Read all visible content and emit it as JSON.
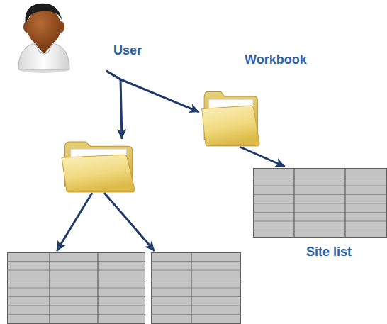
{
  "diagram": {
    "nodes": [
      {
        "text": [
          "User"
        ]
      },
      {
        "text": [
          "Workbook"
        ]
      },
      {
        "text": []
      },
      {
        "text": [
          "Site list"
        ]
      },
      {
        "text": []
      },
      {
        "text": []
      }
    ],
    "edges": [
      {
        "from": 0,
        "to": 2,
        "arrow": "to"
      },
      {
        "from": 0,
        "to": 1,
        "arrow": "to"
      },
      {
        "from": 2,
        "to": 4,
        "arrow": "to"
      },
      {
        "from": 2,
        "to": 5,
        "arrow": "to"
      },
      {
        "from": 1,
        "to": 3,
        "arrow": "to"
      }
    ]
  }
}
